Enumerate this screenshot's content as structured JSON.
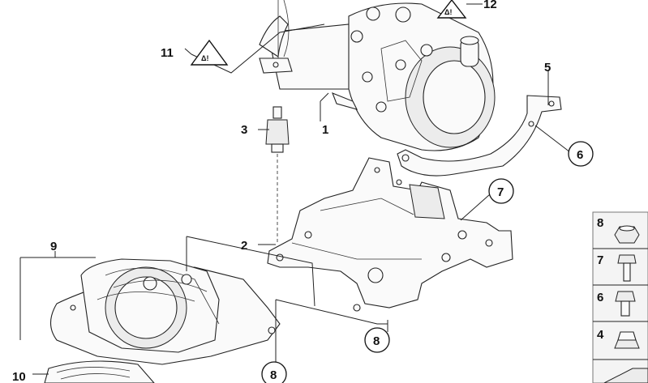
{
  "callouts": {
    "c1": "1",
    "c2": "2",
    "c3": "3",
    "c5": "5",
    "c6": "6",
    "c7": "7",
    "c8a": "8",
    "c8b": "8",
    "c9": "9",
    "c10": "10",
    "c11": "11",
    "c12": "12"
  },
  "sidebar": {
    "items": [
      {
        "label": "8"
      },
      {
        "label": "7"
      },
      {
        "label": "6"
      },
      {
        "label": "4"
      }
    ]
  },
  "icons": {
    "warning_triangle": "warning-triangle-icon"
  },
  "colors": {
    "line": "#222222",
    "background": "#ffffff",
    "sidebar_bg": "#f4f4f4"
  }
}
